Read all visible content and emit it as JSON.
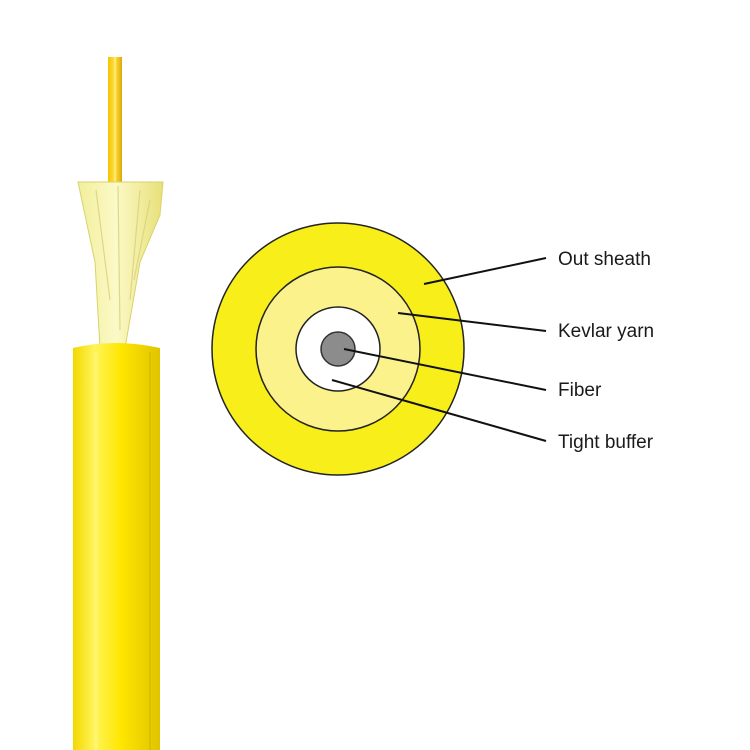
{
  "diagram": {
    "labels": {
      "out_sheath": "Out sheath",
      "kevlar_yarn": "Kevlar yarn",
      "fiber": "Fiber",
      "tight_buffer": "Tight buffer"
    },
    "colors": {
      "sheath": "#f7ec1e",
      "sheath_dark": "#e6d400",
      "kevlar": "#faf3a0",
      "kevlar_fill": "#f7ef86",
      "buffer": "#ffffff",
      "fiber_core": "#8a8a8a",
      "fiber_strand": "#f2b400",
      "outline": "#222222",
      "leader": "#111111"
    }
  }
}
